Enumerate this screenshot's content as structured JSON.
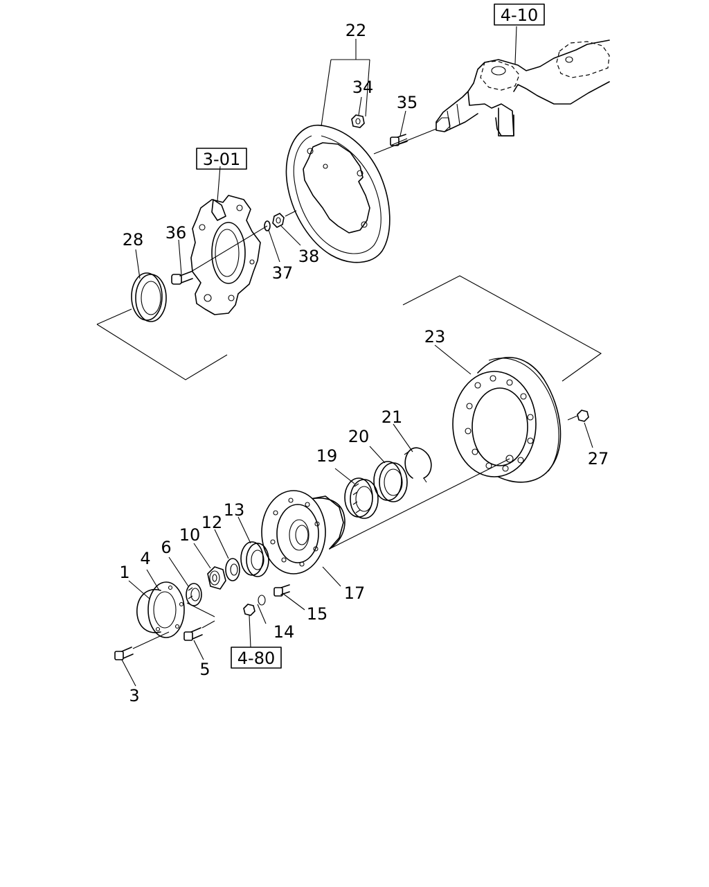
{
  "part_numbers": [
    "1",
    "3",
    "4",
    "5",
    "6",
    "10",
    "12",
    "13",
    "14",
    "15",
    "17",
    "19",
    "20",
    "21",
    "22",
    "23",
    "27",
    "28",
    "34",
    "35",
    "36",
    "37",
    "38"
  ],
  "reference_boxes": [
    "4-10",
    "3-01",
    "4-80"
  ]
}
